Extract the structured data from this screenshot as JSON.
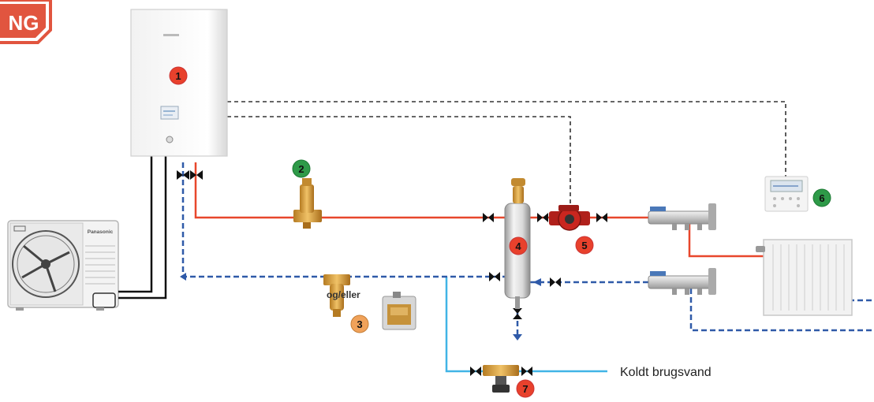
{
  "badge": {
    "text": "NG"
  },
  "labels": {
    "og_eller": "og/eller",
    "koldt_brugsvand": "Koldt brugsvand",
    "outdoor_brand": "Panasonic"
  },
  "components": [
    {
      "number": "1",
      "color": "#e8412c"
    },
    {
      "number": "2",
      "color": "#2e9a48"
    },
    {
      "number": "3",
      "color": "#f0a25a"
    },
    {
      "number": "4",
      "color": "#e8412c"
    },
    {
      "number": "5",
      "color": "#e8412c"
    },
    {
      "number": "6",
      "color": "#2e9a48"
    },
    {
      "number": "7",
      "color": "#e8412c"
    }
  ],
  "colors": {
    "supply": "#e8472c",
    "return": "#2f5aa8",
    "cold_water": "#41b4e6",
    "signal": "#333333",
    "badge": "#e1553f"
  }
}
